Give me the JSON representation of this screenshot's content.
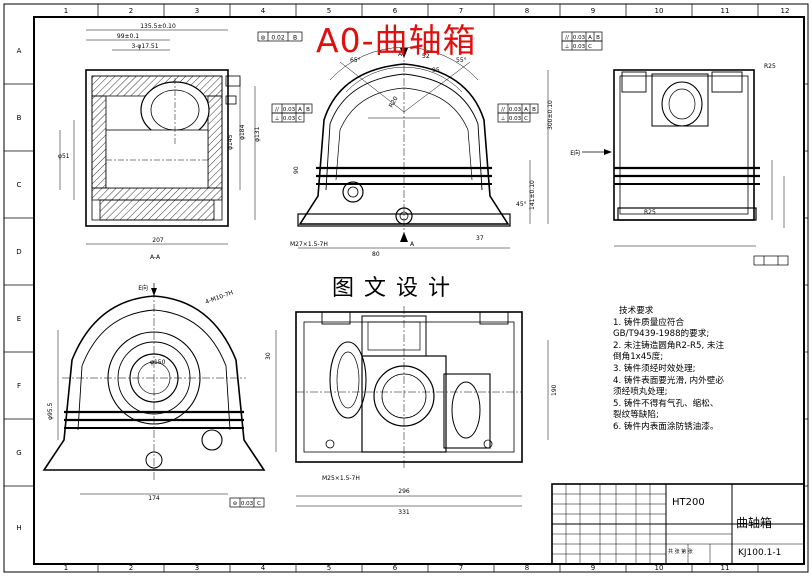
{
  "drawing": {
    "title": "A0-曲轴箱",
    "watermark": "图文设计",
    "columns": [
      "1",
      "2",
      "3",
      "4",
      "5",
      "6",
      "7",
      "8",
      "9",
      "10",
      "11",
      "12"
    ],
    "rows": [
      "A",
      "B",
      "C",
      "D",
      "E",
      "F",
      "G",
      "H"
    ],
    "view_labels": {
      "section_aa": "A-A",
      "arrow_a_top": "A",
      "arrow_a_bottom": "A",
      "view_e": "E向",
      "view_e_arrow": "E向"
    },
    "dimensions": {
      "d1": "135.5±0.10",
      "d2": "99±0.1",
      "d3": "3-φ17.51",
      "d4": "207",
      "d5": "φ184",
      "d6": "φ145",
      "d7": "φ131",
      "d8": "φ51",
      "d9": "R25",
      "d10": "R25",
      "d11": "M27×1.5-7H",
      "d12": "90",
      "d13": "300±0.10",
      "d14": "141±0.10",
      "d15": "45°",
      "d16": "296",
      "d17": "331",
      "d18": "174",
      "d19": "190",
      "d20": "φ150",
      "d21": "M25×1.5-7H",
      "d22": "4-M10-7H",
      "d23": "φ95.5",
      "d24": "R20",
      "d25": "30",
      "d26": "37",
      "d27": "80",
      "d28": "65°",
      "d29": "55°",
      "d30": "95",
      "d31": "52"
    },
    "tolerance_frames": {
      "t1": [
        "⊚",
        "0.02",
        "B"
      ],
      "t2": [
        "//",
        "0.03",
        "A",
        "B"
      ],
      "t3": [
        "⊥",
        "0.03",
        "C"
      ],
      "t4": [
        "//",
        "0.03",
        "A",
        "B"
      ],
      "t5": [
        "⊥",
        "0.03",
        "C"
      ],
      "t6": [
        "//",
        "0.03",
        "A",
        "B"
      ],
      "t7": [
        "⊥",
        "0.03",
        "C"
      ],
      "t8": [
        "⊚",
        "0.03",
        "C"
      ]
    },
    "technical_requirements": {
      "heading": "技术要求",
      "items": [
        "1. 铸件质量应符合",
        "GB/T9439-1988的要求;",
        "2. 未注铸造圆角R2-R5, 未注",
        "倒角1x45度;",
        "3. 铸件须经时效处理;",
        "4. 铸件表面要光滑, 内外壁必",
        "须经喷丸处理;",
        "5. 铸件不得有气孔、缩松、",
        "裂纹等缺陷;",
        "6. 铸件内表面涂防锈油漆。"
      ]
    },
    "title_block": {
      "material": "HT200",
      "part_name": "曲轴箱",
      "drawing_no": "KJ100.1-1",
      "sheets_label": "共 张  第 张"
    }
  }
}
